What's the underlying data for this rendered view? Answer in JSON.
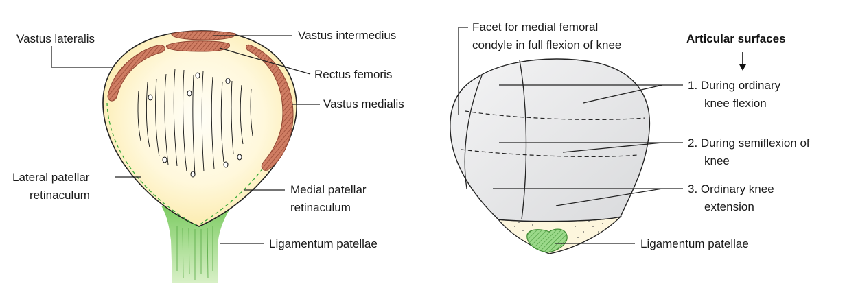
{
  "left_figure": {
    "labels": {
      "vastus_lateralis": "Vastus lateralis",
      "vastus_intermedius": "Vastus intermedius",
      "rectus_femoris": "Rectus femoris",
      "vastus_medialis": "Vastus medialis",
      "lateral_patellar_retinaculum_line1": "Lateral patellar",
      "lateral_patellar_retinaculum_line2": "retinaculum",
      "medial_patellar_retinaculum_line1": "Medial patellar",
      "medial_patellar_retinaculum_line2": "retinaculum",
      "ligamentum_patellae": "Ligamentum patellae"
    }
  },
  "right_figure": {
    "heading": "Articular surfaces",
    "arrow_icon": "down-arrow-icon",
    "facet_label_line1": "Facet for medial femoral",
    "facet_label_line2": "condyle in full flexion of knee",
    "surfaces": [
      {
        "line1": "1. During ordinary",
        "line2": "knee flexion"
      },
      {
        "line1": "2. During semiflexion of",
        "line2": "knee"
      },
      {
        "line1": "3. Ordinary knee",
        "line2": "extension"
      }
    ],
    "ligamentum_patellae": "Ligamentum patellae"
  },
  "colors": {
    "patella_fill": "#fdf3c8",
    "patella_center": "#fffdf3",
    "muscle": "#c8735c",
    "muscle_stripe": "#9e4f3a",
    "retinaculum_dash": "#3aaa3a",
    "ligament_green": "#8fd07a",
    "articular_surface": "#e8e9ea",
    "outline": "#222222"
  }
}
